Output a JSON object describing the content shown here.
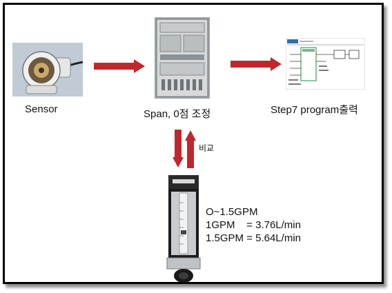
{
  "colors": {
    "arrow": "#c0272d",
    "frame": "#000000"
  },
  "labels": {
    "sensor": "Sensor",
    "span": "Span, 0점 조정",
    "step7": "Step7 program출력",
    "compare": "비교"
  },
  "flowmeter_spec": {
    "range": "O~1.5GPM",
    "line1": "1GPM    = 3.76L/min",
    "line2": "1.5GPM = 5.64L/min"
  },
  "images": {
    "sensor": "sensor-photo",
    "panel": "control-panel-photo",
    "program": "step7-program-screenshot",
    "flowmeter": "flowmeter-photo"
  }
}
